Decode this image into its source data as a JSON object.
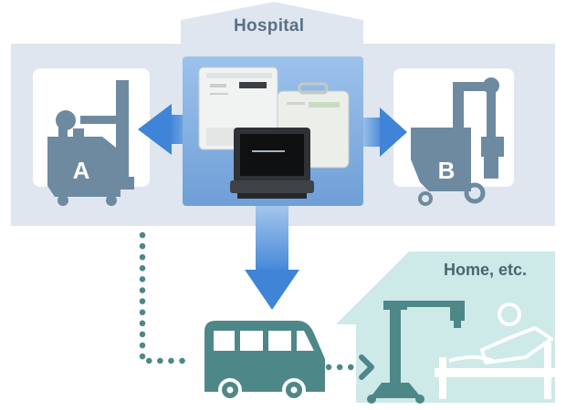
{
  "labels": {
    "hospital": "Hospital",
    "home": "Home, etc.",
    "unit_a": "A",
    "unit_b": "B"
  },
  "icons": [
    "xray-unit-a-icon",
    "xray-unit-b-icon",
    "detector-devices-image",
    "van-icon",
    "portable-xray-icon",
    "patient-bed-icon"
  ],
  "colors": {
    "hospital_bg": "#dfe6ef",
    "home_bg": "#cde9e8",
    "device_panel": "#8ab4e3",
    "arrow_blue": "#4a8ad7",
    "machine_slate": "#6e8aa1",
    "teal": "#4e8787",
    "label_text": "#5a7185"
  }
}
